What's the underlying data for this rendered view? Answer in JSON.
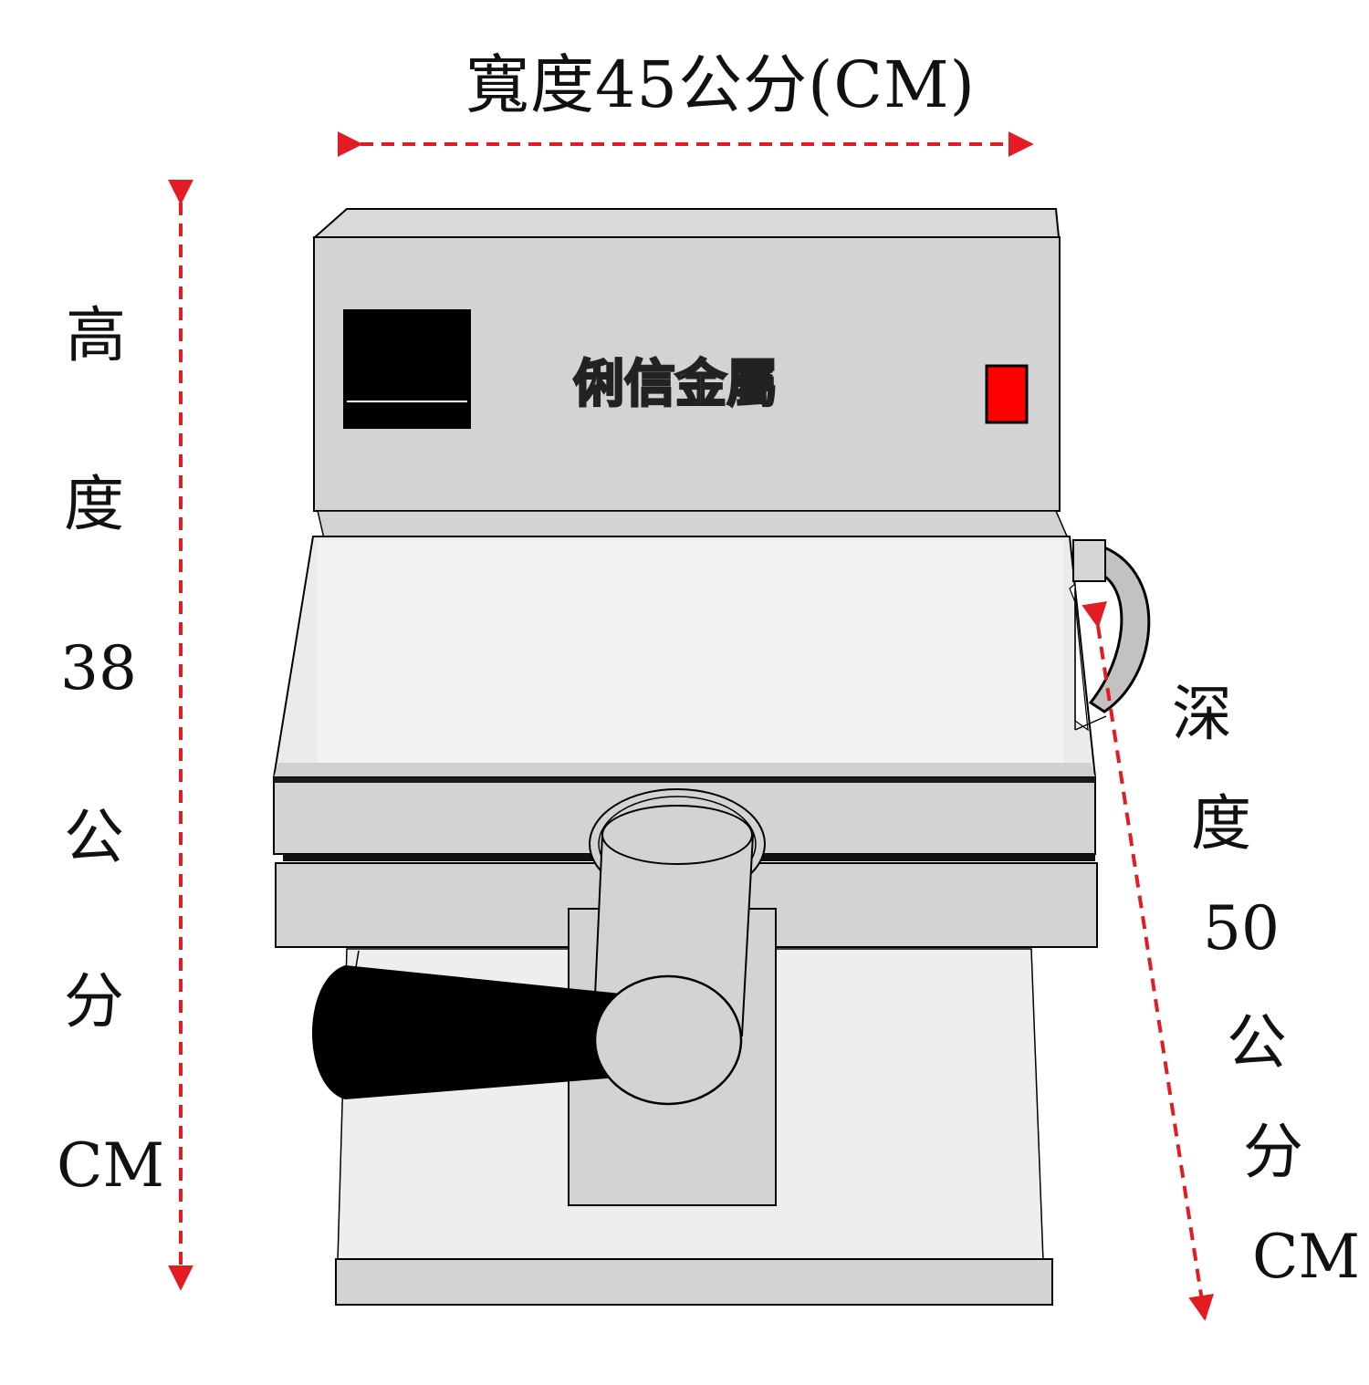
{
  "width_label": "寬度45公分(CM)",
  "height_label": {
    "chars": [
      "高",
      "度",
      "38",
      "公",
      "分",
      "CM"
    ]
  },
  "depth_label": {
    "chars": [
      "深",
      "度",
      "50",
      "公",
      "分",
      "CM"
    ]
  },
  "brand_text": "俐信金屬",
  "colors": {
    "dimension_arrow": "#e31b23",
    "indicator_light": "#ff0000",
    "body_gray": "#d3d3d3",
    "light_gray": "#eeeeee",
    "handle": "#000000",
    "display_panel": "#000000"
  }
}
